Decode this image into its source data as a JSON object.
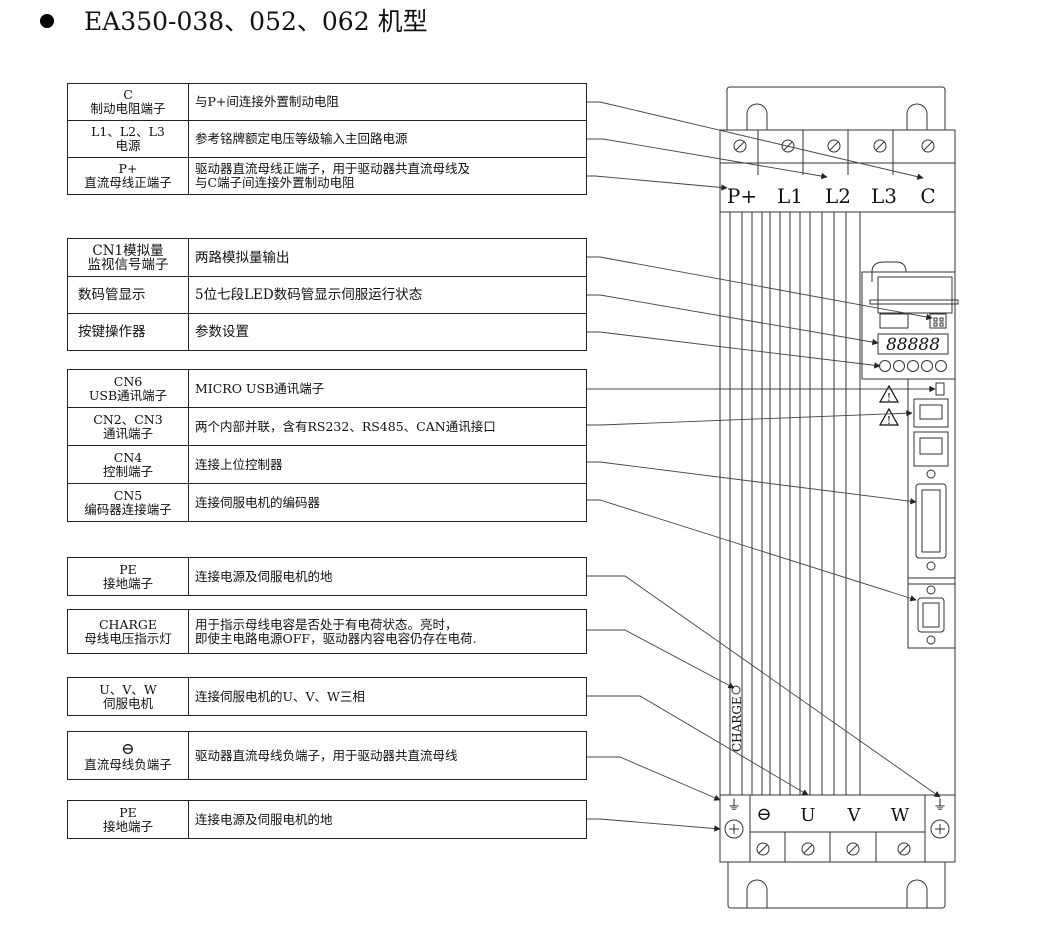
{
  "title": "EA350-038、052、062 机型",
  "groups": [
    {
      "rows": [
        {
          "label": [
            "C",
            "制动电阻端子"
          ],
          "desc": [
            "与P+间连接外置制动电阻"
          ]
        },
        {
          "label": [
            "L1、L2、L3",
            "电源"
          ],
          "desc": [
            "参考铭牌额定电压等级输入主回路电源"
          ]
        },
        {
          "label": [
            "P+",
            "直流母线正端子"
          ],
          "desc": [
            "驱动器直流母线正端子，用于驱动器共直流母线及",
            "与C端子间连接外置制动电阻"
          ]
        }
      ]
    },
    {
      "rows": [
        {
          "label": [
            "CN1模拟量",
            "监视信号端子"
          ],
          "desc": [
            "两路模拟量输出"
          ]
        },
        {
          "label": [
            "数码管显示"
          ],
          "desc": [
            "5位七段LED数码管显示伺服运行状态"
          ]
        },
        {
          "label": [
            "按键操作器"
          ],
          "desc": [
            "参数设置"
          ]
        }
      ]
    },
    {
      "rows": [
        {
          "label": [
            "CN6",
            "USB通讯端子"
          ],
          "desc": [
            "MICRO USB通讯端子"
          ]
        },
        {
          "label": [
            "CN2、CN3",
            "通讯端子"
          ],
          "desc": [
            "两个内部并联，含有RS232、RS485、CAN通讯接口"
          ]
        },
        {
          "label": [
            "CN4",
            "控制端子"
          ],
          "desc": [
            "连接上位控制器"
          ]
        },
        {
          "label": [
            "CN5",
            "编码器连接端子"
          ],
          "desc": [
            "连接伺服电机的编码器"
          ]
        }
      ]
    },
    {
      "rows": [
        {
          "label": [
            "PE",
            "接地端子"
          ],
          "desc": [
            "连接电源及伺服电机的地"
          ]
        }
      ]
    },
    {
      "rows": [
        {
          "label": [
            "CHARGE",
            "母线电压指示灯"
          ],
          "desc": [
            "用于指示母线电容是否处于有电荷状态。亮时，",
            "即使主电路电源OFF，驱动器内容电容仍存在电荷."
          ]
        }
      ]
    },
    {
      "rows": [
        {
          "label": [
            "U、V、W",
            "伺服电机"
          ],
          "desc": [
            "连接伺服电机的U、V、W三相"
          ]
        }
      ]
    },
    {
      "rows": [
        {
          "label": [
            "⊖",
            "直流母线负端子"
          ],
          "desc": [
            "驱动器直流母线负端子，用于驱动器共直流母线"
          ]
        }
      ]
    },
    {
      "rows": [
        {
          "label": [
            "PE",
            "接地端子"
          ],
          "desc": [
            "连接电源及伺服电机的地"
          ]
        }
      ]
    }
  ],
  "device": {
    "top_terminals": [
      "P+",
      "L1",
      "L2",
      "L3",
      "C"
    ],
    "bottom_terminals": [
      "⊖",
      "U",
      "V",
      "W"
    ],
    "ground_symbol": "⏚",
    "led_display": "88888",
    "charge_label": "CHARGE"
  }
}
